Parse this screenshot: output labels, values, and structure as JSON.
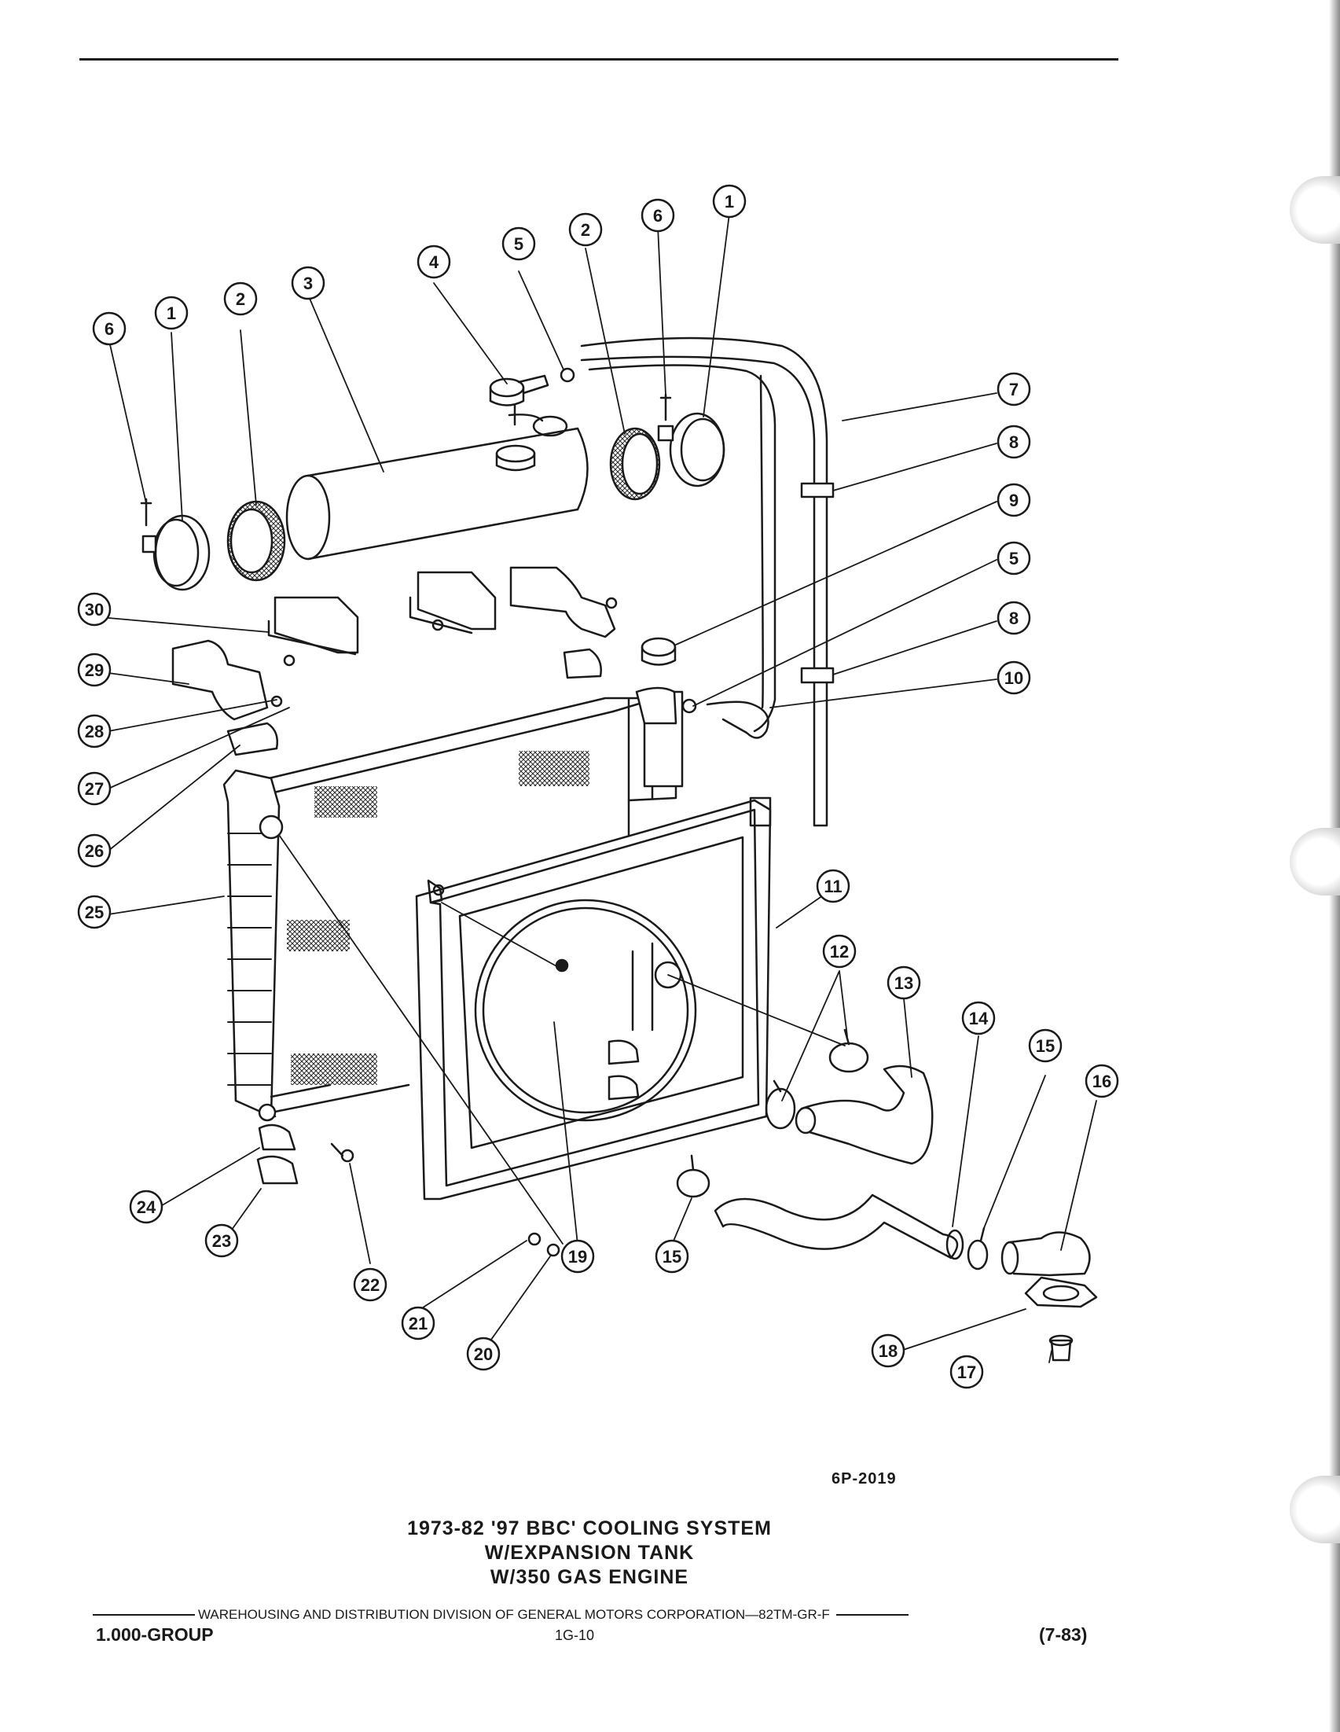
{
  "figure_code": "6P-2019",
  "title_lines": [
    "1973-82 '97 BBC' COOLING SYSTEM",
    "W/EXPANSION TANK",
    "W/350 GAS ENGINE"
  ],
  "footer": {
    "division": "WAREHOUSING AND DISTRIBUTION  DIVISION OF GENERAL MOTORS CORPORATION—82TM-GR-F",
    "group": "1.000-GROUP",
    "page": "1G-10",
    "revision": "(7-83)"
  },
  "callouts": [
    "1",
    "2",
    "3",
    "4",
    "5",
    "6",
    "7",
    "8",
    "9",
    "10",
    "11",
    "12",
    "13",
    "14",
    "15",
    "16",
    "17",
    "18",
    "19",
    "20",
    "21",
    "22",
    "23",
    "24",
    "25",
    "26",
    "27",
    "28",
    "29",
    "30"
  ]
}
